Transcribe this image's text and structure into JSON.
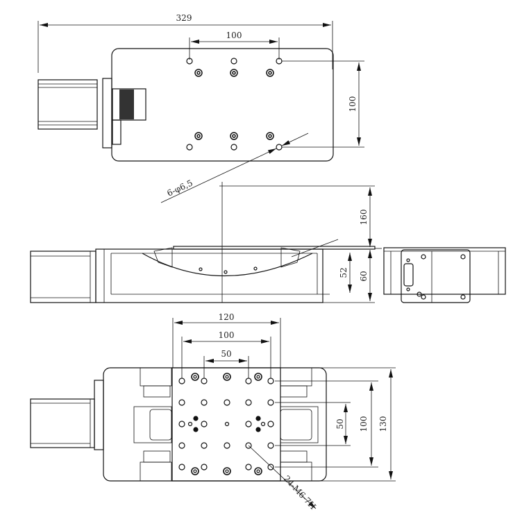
{
  "title": "Motorized rotation/linear stage technical drawing",
  "top_view": {
    "overall_length": "329",
    "hole_pitch_x": "100",
    "hole_pitch_y": "100",
    "hole_callout": "6-φ6,5"
  },
  "side_view": {
    "height_total": "60",
    "height_base": "52",
    "clearance": "160"
  },
  "bottom_view": {
    "width_outer": "120",
    "hole_pitch_100": "100",
    "hole_pitch_50": "50",
    "vert_50": "50",
    "vert_100": "100",
    "vert_130": "130",
    "thread_callout": "24-M6-7H"
  }
}
